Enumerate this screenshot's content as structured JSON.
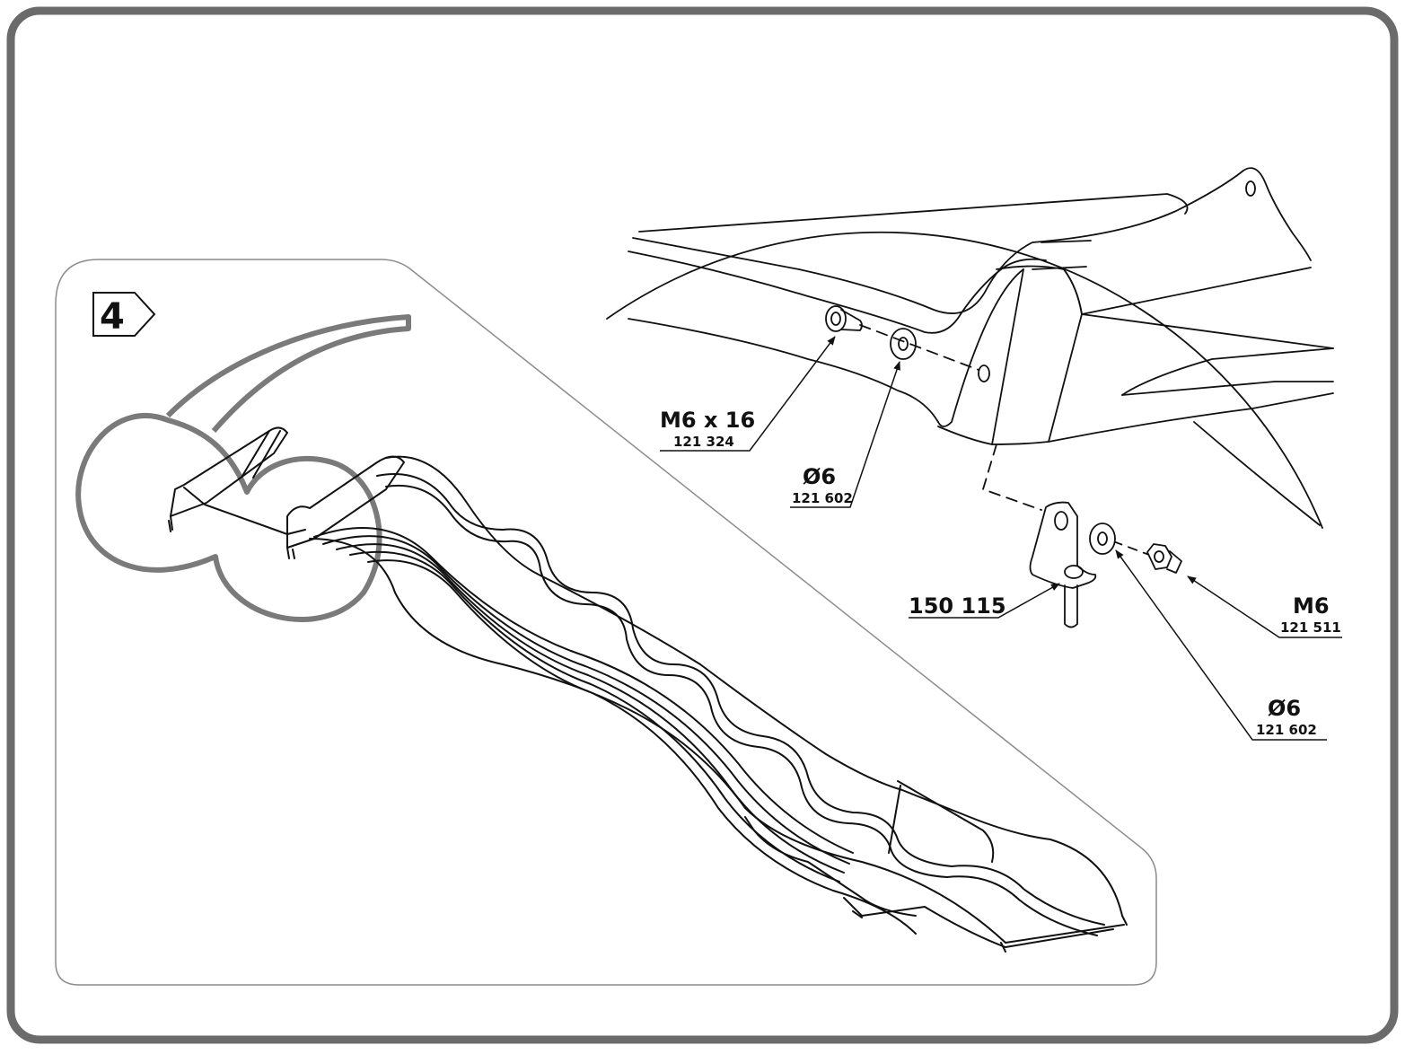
{
  "step": {
    "number": "4"
  },
  "callouts": [
    {
      "id": "bolt",
      "main": "M6 x 16",
      "sub": "121 324"
    },
    {
      "id": "washer-upper",
      "main": "Ø6",
      "sub": "121 602"
    },
    {
      "id": "bracket",
      "main": "150 115",
      "sub": ""
    },
    {
      "id": "nut",
      "main": "M6",
      "sub": "121 511"
    },
    {
      "id": "washer-lower",
      "main": "Ø6",
      "sub": "121 602"
    }
  ]
}
